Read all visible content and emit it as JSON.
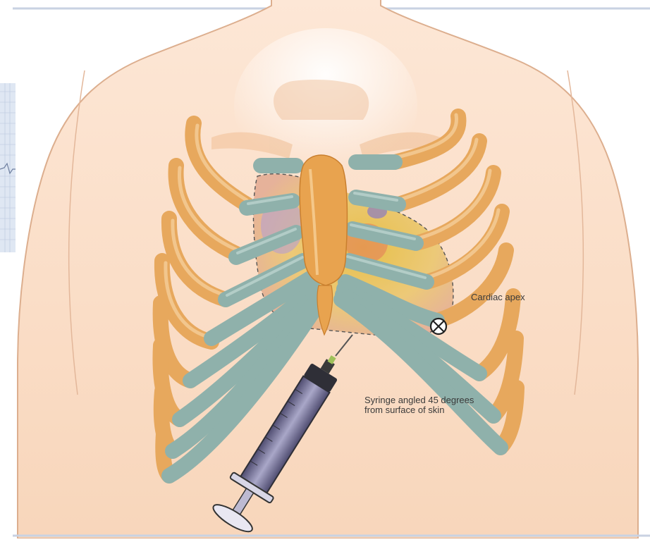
{
  "labels": {
    "cardiac_apex": "Cardiac apex",
    "syringe_line1": "Syringe angled 45 degrees",
    "syringe_line2": "from surface of skin"
  },
  "icons": {
    "apex_marker": "circled-x-icon"
  },
  "colors": {
    "skin": "#f9dcc3",
    "skin_outline": "#d9a989",
    "rib_bone": "#e8a960",
    "rib_cartilage": "#8fb3ad",
    "sternum": "#e6a24e",
    "heart": "#e9c56a",
    "syringe_barrel": "#6d6a8f",
    "ecg_paper": "#dfe7f3"
  }
}
